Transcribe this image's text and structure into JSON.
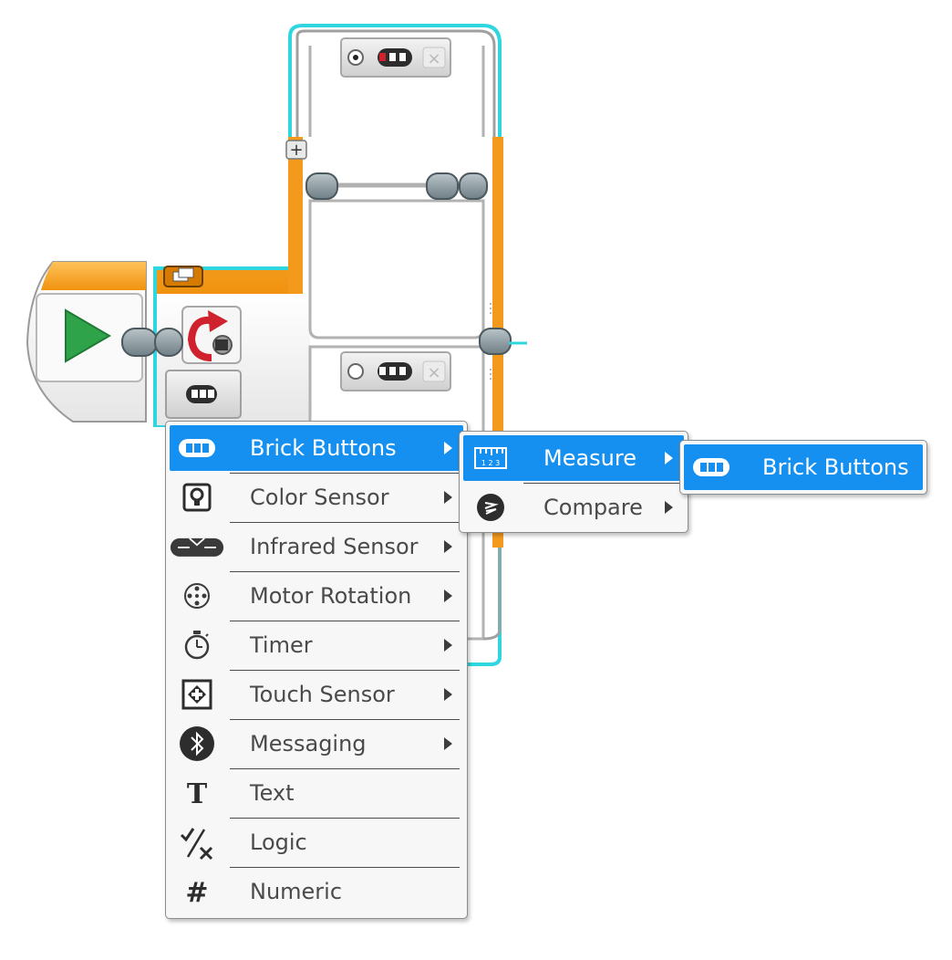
{
  "colors": {
    "accent_blue": "#1690f0",
    "selection_cyan": "#2fd6e0",
    "block_orange": "#f39a1c",
    "start_green": "#2fa34a",
    "loop_red": "#d0222e"
  },
  "canvas": {
    "start_block_icon": "play-triangle-icon",
    "switch_block_icon": "loop-arrow-icon",
    "case_true_icon": "brick-button-icon",
    "case_false_icon": "brick-button-icon",
    "add_case_symbol": "+",
    "remove_case_symbol": "×"
  },
  "menu_main": {
    "items": [
      {
        "label": "Brick Buttons",
        "icon": "brick-button-icon",
        "has_submenu": true,
        "selected": true
      },
      {
        "label": "Color Sensor",
        "icon": "color-sensor-icon",
        "has_submenu": true
      },
      {
        "label": "Infrared Sensor",
        "icon": "infrared-sensor-icon",
        "has_submenu": true
      },
      {
        "label": "Motor Rotation",
        "icon": "motor-rotation-icon",
        "has_submenu": true
      },
      {
        "label": "Timer",
        "icon": "timer-icon",
        "has_submenu": true
      },
      {
        "label": "Touch Sensor",
        "icon": "touch-sensor-icon",
        "has_submenu": true
      },
      {
        "label": "Messaging",
        "icon": "bluetooth-icon",
        "has_submenu": true
      },
      {
        "label": "Text",
        "icon": "text-icon",
        "has_submenu": false
      },
      {
        "label": "Logic",
        "icon": "logic-icon",
        "has_submenu": false
      },
      {
        "label": "Numeric",
        "icon": "hash-icon",
        "has_submenu": false
      }
    ]
  },
  "menu_sub": {
    "items": [
      {
        "label": "Measure",
        "icon": "ruler-icon",
        "has_submenu": true,
        "selected": true
      },
      {
        "label": "Compare",
        "icon": "compare-icon",
        "has_submenu": true
      }
    ]
  },
  "menu_sub2": {
    "items": [
      {
        "label": "Brick Buttons",
        "icon": "brick-button-icon",
        "selected": true
      }
    ]
  }
}
